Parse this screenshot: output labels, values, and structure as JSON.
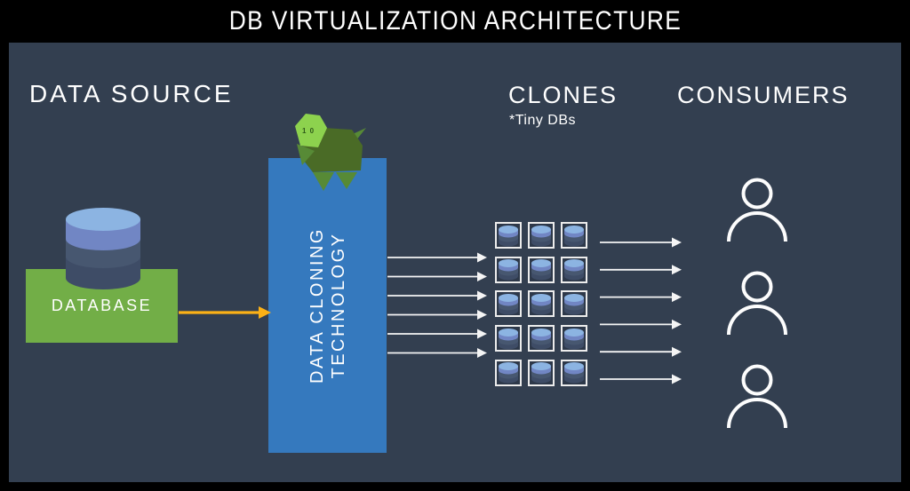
{
  "title": "DB VIRTUALIZATION ARCHITECTURE",
  "headers": {
    "data_source": "DATA SOURCE",
    "clones": "CLONES",
    "clones_note": "*Tiny DBs",
    "consumers": "CONSUMERS"
  },
  "data_source": {
    "database_label": "DATABASE"
  },
  "cloning_technology": {
    "line1": "DATA CLONING",
    "line2": "TECHNOLOGY"
  },
  "turtle_badge": "1 0",
  "clones": {
    "rows": 5,
    "cols": 3
  },
  "consumers": {
    "count": 3
  },
  "flows": {
    "source_to_cloning": 1,
    "cloning_to_clones": 6,
    "clones_to_consumers": 6
  },
  "colors": {
    "frame": "#000000",
    "background": "#333F50",
    "database_box": "#72AE47",
    "cloning_box": "#3579BE",
    "source_arrow": "#FCB116",
    "flow_arrow": "#F5F5F5",
    "cylinder_top": "#8CB4E2",
    "cylinder_band": "#7186C4",
    "cylinder_dark": "#475770",
    "cylinder_darker": "#3E4C66",
    "turtle_head": "#8DD24E",
    "turtle_body": "#4A6B26",
    "turtle_limbs": "#578A36"
  }
}
